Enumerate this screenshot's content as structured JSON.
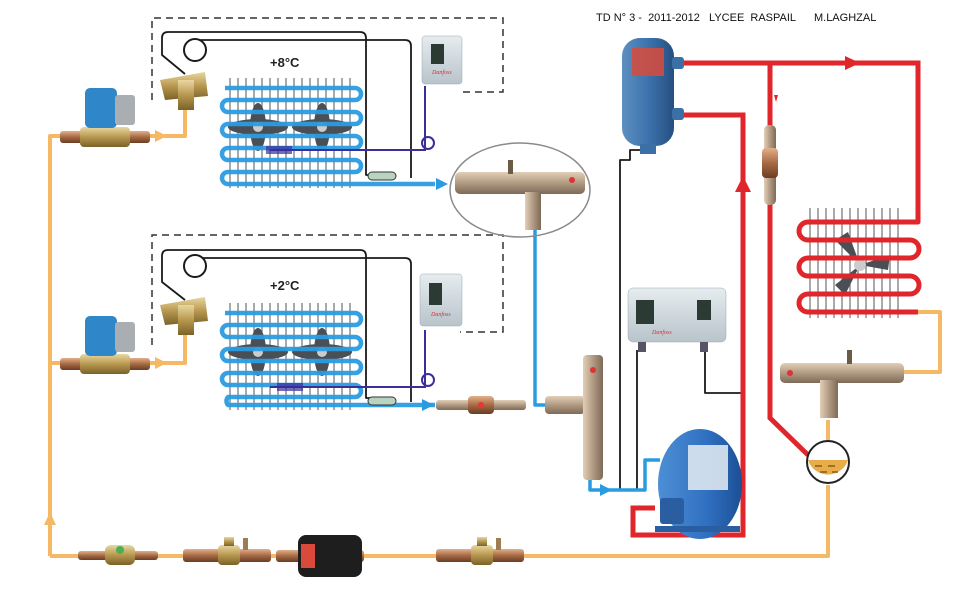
{
  "header": {
    "title": "TD N° 3 -  2011-2012   LYCEE  RASPAIL      M.LAGHZAL"
  },
  "evaporators": [
    {
      "label": "+8°C"
    },
    {
      "label": "+2°C"
    }
  ],
  "colors": {
    "liquid_line": "#f5b865",
    "suction_line": "#2a9be0",
    "discharge_line": "#e0262a",
    "wiring": "#1a1a1a",
    "capillary": "#3b2e9a",
    "dashed_enclosure": "#333333",
    "highlight_ellipse": "#8a8a8a"
  },
  "components": {
    "solenoid_valves": 2,
    "expansion_valves": 2,
    "evaporators": 2,
    "thermostats": 2,
    "evaporator_pressure_regulators": 2,
    "sight_glasses": 2,
    "oil_separator": 1,
    "compressor": 1,
    "dual_pressure_switch": 1,
    "condenser": 1,
    "condensing_pressure_regulator": 1,
    "receiver": 1,
    "shut_off_valves": 2,
    "filter_drier": 1
  }
}
